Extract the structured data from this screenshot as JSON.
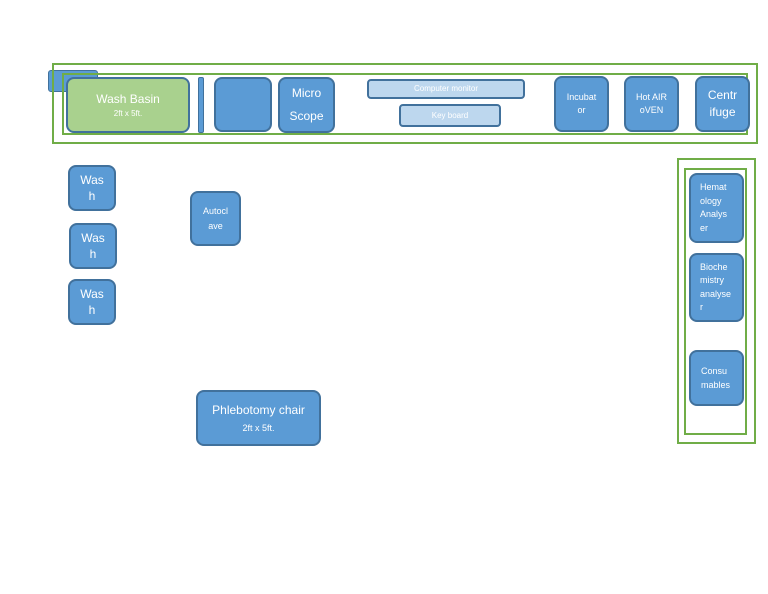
{
  "wash_basin": {
    "name": "Wash Basin",
    "size": "2ft x 5ft."
  },
  "top_counter": {
    "blank_unit": "",
    "microscope": [
      "Micro",
      "Scope"
    ],
    "computer_monitor": "Computer monitor",
    "keyboard": "Key board",
    "incubator": [
      "Incubat",
      "or"
    ],
    "hot_air_oven": [
      "Hot AIR",
      "oVEN"
    ],
    "centrifuge": [
      "Centr",
      "ifuge"
    ]
  },
  "wash_units": [
    [
      "Was",
      "h"
    ],
    [
      "Was",
      "h"
    ],
    [
      "Was",
      "h"
    ]
  ],
  "autoclave": [
    "Autocl",
    "ave"
  ],
  "phlebotomy_chair": {
    "name": "Phlebotomy chair",
    "size": "2ft x 5ft."
  },
  "right_rack": {
    "hematology_analyser": [
      "Hemat",
      "ology",
      "Analys",
      "er"
    ],
    "biochemistry_analyser": [
      "Bioche",
      "mistry",
      "analyse",
      "r"
    ],
    "consumables": [
      "Consu",
      "mables"
    ]
  },
  "colors": {
    "shape_fill": "#5b9bd5",
    "shape_border": "#41719c",
    "wash_basin_fill": "#a9d18e",
    "frame_green": "#70ad47",
    "light_fill": "#bdd7ee"
  }
}
